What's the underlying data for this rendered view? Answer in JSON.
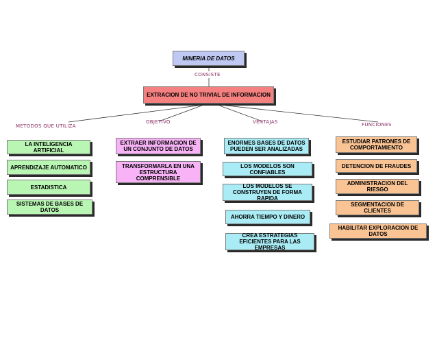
{
  "root": "MINERIA DE DATOS",
  "link_consiste": "CONSISTE",
  "definition": "EXTRACION DE NO TRIVIAL DE INFORMACION",
  "branches": {
    "metodos": {
      "label": "METODOS QUE UTILIZA",
      "items": [
        "LA INTELIGENCIA ARTIFICIAL",
        "APRENDIZAJE AUTOMATICO",
        "ESTADISTICA",
        "SISTEMAS DE BASES DE DATOS"
      ]
    },
    "objetivo": {
      "label": "OBJETIVO",
      "items": [
        "EXTRAER INFORMACION DE UN CONJUNTO DE DATOS",
        "TRANSFORMARLA EN UNA ESTRUCTURA COMPRENSIBLE"
      ]
    },
    "ventajas": {
      "label": "VENTAJAS",
      "items": [
        "ENORMES BASES DE DATOS PUEDEN SER ANALIZADAS",
        "LOS MODELOS SON CONFIABLES",
        "LOS MODELOS SE CONSTRUYEN DE FORMA RAPIDA",
        "AHORRA TIEMPO Y DINERO",
        "CREA ESTRATEGIAS EFICIENTES PARA LAS EMPRESAS"
      ]
    },
    "funciones": {
      "label": "FUNCIONES",
      "items": [
        "ESTUDIAR PATRONES DE COMPORTAMIENTO",
        "DETENCION DE FRAUDES",
        "ADMINISTRACION DEL RIESGO",
        "SEGMENTACION DE CLIENTES",
        "HABILITAR EXPLORACION DE DATOS"
      ]
    }
  },
  "colors": {
    "root": "#bfc8f2",
    "definition": "#f48080",
    "metodos": "#b9f5b3",
    "objetivo": "#f7b3f5",
    "ventajas": "#a9ecf5",
    "funciones": "#f9c394",
    "link_text": "#8a2c63"
  }
}
